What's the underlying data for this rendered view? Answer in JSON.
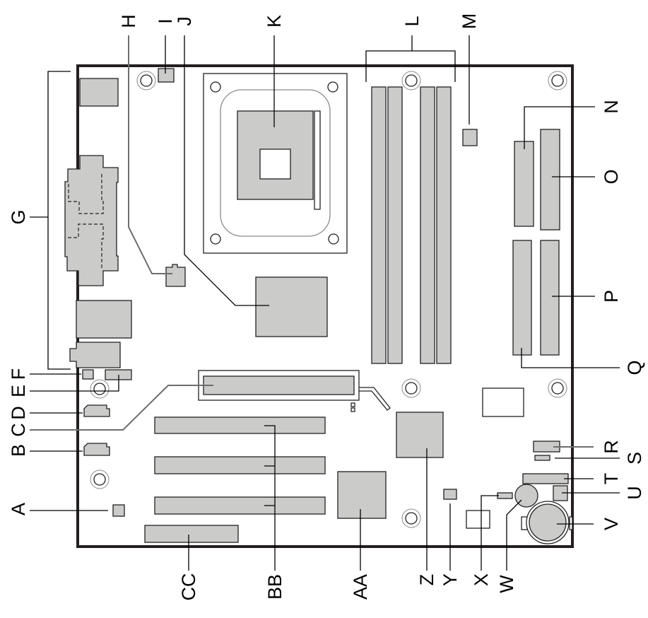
{
  "diagram": {
    "type": "motherboard-component-layout",
    "colors": {
      "component_fill": "#cbccca",
      "board_outline": "#231f20",
      "leader_line": "#000000",
      "grey_leader": "#6e6e6e"
    },
    "callouts": {
      "A": "A",
      "B": "B",
      "C": "C",
      "D": "D",
      "E": "E",
      "F": "F",
      "G": "G",
      "H": "H",
      "I": "I",
      "J": "J",
      "K": "K",
      "L": "L",
      "M": "M",
      "N": "N",
      "O": "O",
      "P": "P",
      "Q": "Q",
      "R": "R",
      "S": "S",
      "T": "T",
      "U": "U",
      "V": "V",
      "W": "W",
      "X": "X",
      "Y": "Y",
      "Z": "Z",
      "AA": "AA",
      "BB": "BB",
      "CC": "CC"
    }
  }
}
